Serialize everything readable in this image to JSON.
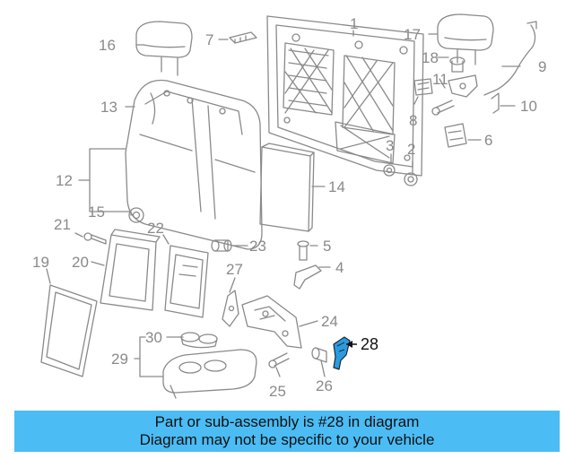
{
  "labels": {
    "p1": "1",
    "p2": "2",
    "p3": "3",
    "p4": "4",
    "p5": "5",
    "p6": "6",
    "p7": "7",
    "p8": "8",
    "p9": "9",
    "p10": "10",
    "p11": "11",
    "p12": "12",
    "p13": "13",
    "p14": "14",
    "p15": "15",
    "p16": "16",
    "p17": "17",
    "p18": "18",
    "p19": "19",
    "p20": "20",
    "p21": "21",
    "p22": "22",
    "p23": "23",
    "p24": "24",
    "p25": "25",
    "p26": "26",
    "p27": "27",
    "p28": "28",
    "p29": "29",
    "p30": "30"
  },
  "highlight": {
    "part": "28",
    "color": "#2a9be0"
  },
  "banner": {
    "line1": "Part or sub-assembly is #28 in diagram",
    "line2": "Diagram may not be specific to your vehicle",
    "color": "#4bbcf4"
  }
}
